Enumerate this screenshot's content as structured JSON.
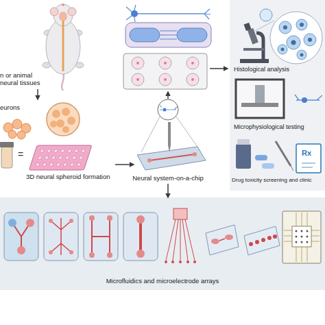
{
  "diagram": {
    "nodes": [
      {
        "text": [
          "n or animal neural tissues"
        ]
      },
      {
        "text": [
          "eurons"
        ]
      },
      {
        "text": [
          "3D neural spheroid formation"
        ]
      },
      {
        "text": [
          "Neural system-on-a-chip"
        ]
      },
      {
        "text": [
          "Histological analysis",
          "Microphysiological testing",
          "Drug toxicity screening and clinic"
        ]
      },
      {
        "text": [
          "Microfluidics and microelectrode arrays"
        ]
      }
    ],
    "edges": [
      {
        "from": 0,
        "to": 1,
        "arrow": "to"
      },
      {
        "from": 2,
        "to": 3,
        "arrow": "to"
      },
      {
        "from": 3,
        "to": 5,
        "arrow": "to"
      }
    ],
    "labels": [
      "=",
      "Rx"
    ]
  }
}
